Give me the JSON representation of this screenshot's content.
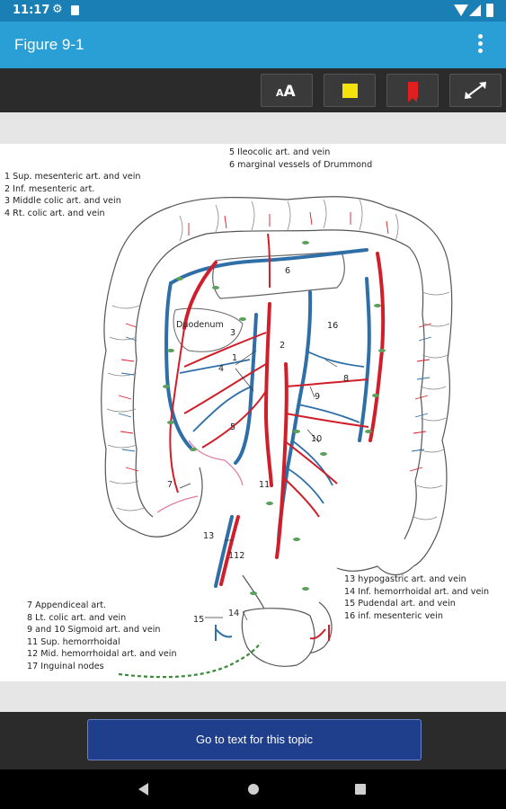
{
  "status_bar": {
    "time": "11:17"
  },
  "app_bar": {
    "title": "Figure 9-1"
  },
  "toolbar": {
    "font_icon_small": "A",
    "font_icon_large": "A"
  },
  "figure": {
    "labels_top_right": [
      "5 Ileocolic art. and vein",
      "6 marginal vessels of Drummond"
    ],
    "labels_top_left": [
      "1 Sup. mesenteric art. and vein",
      "2 Inf. mesenteric art.",
      "3 Middle colic art. and vein",
      "4 Rt. colic art. and vein"
    ],
    "labels_bottom_left": [
      "7 Appendiceal art.",
      "8 Lt. colic art. and vein",
      "9 and 10 Sigmoid art. and vein",
      "11 Sup. hemorrhoidal",
      "12 Mid. hemorrhoidal art. and vein",
      "17 Inguinal nodes"
    ],
    "labels_bottom_right": [
      "13 hypogastric art. and vein",
      "14 Inf. hemorrhoidal art. and vein",
      "15 Pudendal art. and vein",
      "16 inf. mesenteric vein"
    ],
    "diagram_labels": {
      "duodenum": "Duodenum",
      "n1": "1",
      "n2": "2",
      "n3": "3",
      "n4": "4",
      "n5": "5",
      "n6": "6",
      "n7": "7",
      "n8": "8",
      "n9": "9",
      "n10": "10",
      "n11": "11",
      "n12": "112",
      "n13": "13",
      "n14": "14",
      "n15": "15",
      "n16": "16"
    }
  },
  "footer": {
    "go_to_text_label": "Go to text for this topic"
  },
  "colors": {
    "appbar": "#2a9fd6",
    "statusbar": "#1a7fb5",
    "artery": "#d01f2a",
    "vein": "#2f6fa8",
    "node": "#5aa05a"
  }
}
